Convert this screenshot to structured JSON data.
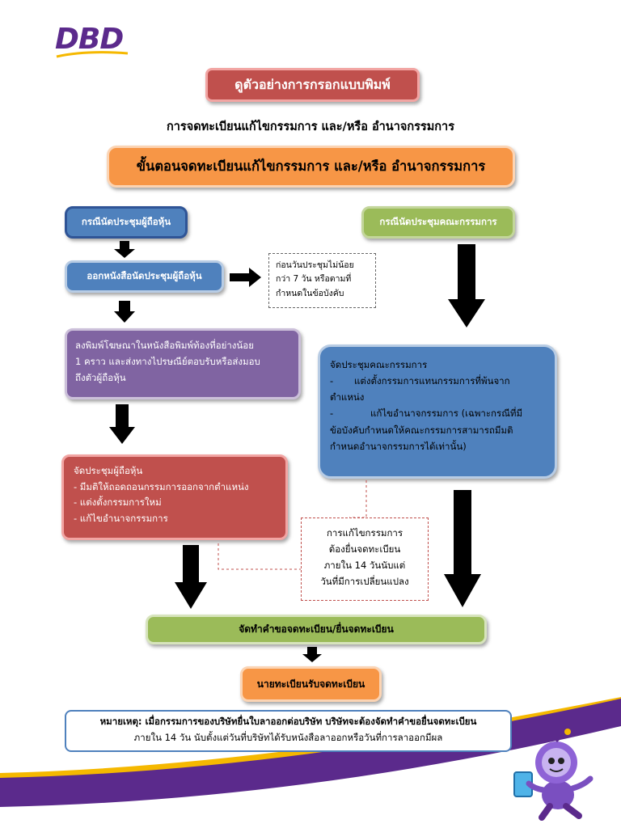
{
  "logo": {
    "text": "DBD",
    "color": "#5b2a8c"
  },
  "page_title": "ดูตัวอย่างการกรอกแบบพิมพ์",
  "subtitle": "การจดทะเบียนแก้ไขกรรมการ และ/หรือ อำนาจกรรมการ",
  "main_heading": "ขั้นตอนจดทะเบียนแก้ไขกรรมการ และ/หรือ อำนาจกรรมการ",
  "left": {
    "case_label": "กรณีนัดประชุมผู้ถือหุ้น",
    "notice_step": "ออกหนังสือนัดประชุมผู้ถือหุ้น",
    "notice_note": [
      "ก่อนวันประชุมไม่น้อย",
      "กว่า 7 วัน หรือตามที่",
      "กำหนดในข้อบังคับ"
    ],
    "advert_lines": [
      "ลงพิมพ์โฆษณาในหนังสือพิมพ์ท้องที่อย่างน้อย",
      "1 คราว และส่งทางไปรษณีย์ตอบรับหรือส่งมอบ",
      "ถึงตัวผู้ถือหุ้น"
    ],
    "meeting_title": "จัดประชุมผู้ถือหุ้น",
    "meeting_items": [
      "- มีมติให้ถอดถอนกรรมการออกจากตำแหน่ง",
      "- แต่งตั้งกรรมการใหม่",
      "- แก้ไขอำนาจกรรมการ"
    ]
  },
  "right": {
    "case_label": "กรณีนัดประชุมคณะกรรมการ",
    "meeting_title": "จัดประชุมคณะกรรมการ",
    "item1_dash": "-",
    "item1_lines": [
      "แต่งตั้งกรรมการแทนกรรมการที่พ้นจาก",
      "ตำแหน่ง"
    ],
    "item2_dash": "-",
    "item2_lines": [
      "แก้ไขอำนาจกรรมการ (เฉพาะกรณีที่มี",
      "ข้อบังคับกำหนดให้คณะกรรมการสามารถมีมติ",
      "กำหนดอำนาจกรรมการได้เท่านั้น)"
    ]
  },
  "deadline_note": [
    "การแก้ไขกรรมการ",
    "ต้องยื่นจดทะเบียน",
    "ภายใน 14 วันนับแต่",
    "วันที่มีการเปลี่ยนแปลง"
  ],
  "submit_step": "จัดทำคำขอจดทะเบียน/ยื่นจดทะเบียน",
  "registrar_step": "นายทะเบียนรับจดทะเบียน",
  "remark_lines": [
    "หมายเหตุ: เมื่อกรรมการของบริษัทยื่นใบลาออกต่อบริษัท บริษัทจะต้องจัดทำคำขอยื่นจดทะเบียน",
    "ภายใน 14 วัน นับตั้งแต่วันที่บริษัทได้รับหนังสือลาออกหรือวันที่การลาออกมีผล"
  ],
  "colors": {
    "title_red": "#c0504d",
    "orange": "#f79646",
    "blue": "#4f81bd",
    "blue_border": "#2f5496",
    "green": "#9bbb59",
    "purple": "#8064a2",
    "brand_purple": "#5b2a8c",
    "brand_yellow": "#f5b800"
  }
}
